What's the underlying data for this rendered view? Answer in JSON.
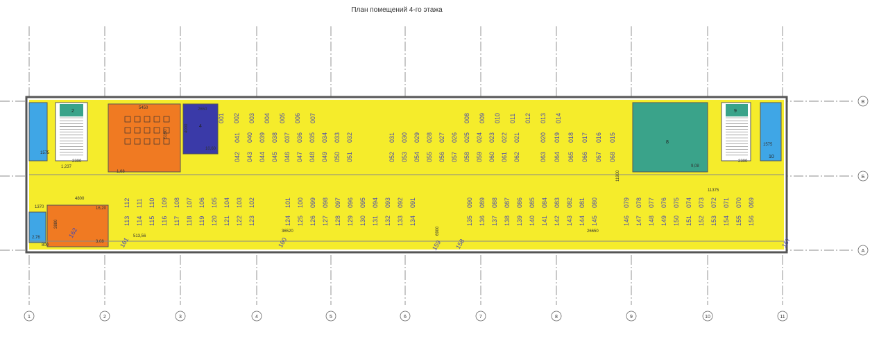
{
  "title": "План помещений 4-го этажа",
  "axes_numbers": [
    "1",
    "2",
    "3",
    "4",
    "5",
    "6",
    "7",
    "8",
    "9",
    "10",
    "11"
  ],
  "axes_letters": [
    "В",
    "Б",
    "А"
  ],
  "colors": {
    "corridor": "#f5ec2b",
    "stair": "#3aa38a",
    "meeting": "#f07a22",
    "server": "#3a3aa8",
    "wc": "#3fa6e6",
    "wall": "#555555",
    "desk_text": "#4a4ab0"
  },
  "rooms": {
    "stair_left": "2",
    "room_server": "4",
    "stair_right": "9",
    "room_green": "8",
    "wc_right": "10"
  },
  "dimensions": {
    "d5450": "5450",
    "d2650": "2650",
    "d5150": "5150",
    "d4000": "4000",
    "d10_60": "10,60",
    "d2300a": "2300",
    "d2300b": "2300",
    "d1575a": "1575",
    "d1575b": "1575",
    "d1237": "1,237",
    "d4800": "4800",
    "d1370": "1370",
    "d16_20": "16,20",
    "d3880": "3880",
    "d2_76": "2,76",
    "d800": "800",
    "d513": "513,56",
    "d36520": "36520",
    "d26650": "26650",
    "d11375": "11375",
    "d11900": "11900",
    "d6900": "6900",
    "d9_08": "9,08",
    "d3_08": "3,08",
    "d1_68": "1,68"
  },
  "desk_rows": {
    "top_offices": [
      "001",
      "002",
      "003",
      "004",
      "005",
      "006",
      "007",
      "008",
      "009",
      "010",
      "011",
      "012",
      "013",
      "014"
    ],
    "row_a1": [
      "041",
      "040",
      "039",
      "038",
      "037",
      "036",
      "035",
      "034",
      "033",
      "032"
    ],
    "row_a2": [
      "042",
      "043",
      "044",
      "045",
      "046",
      "047",
      "048",
      "049",
      "050",
      "051"
    ],
    "row_b1": [
      "031",
      "030",
      "029",
      "028",
      "027",
      "026",
      "025",
      "024",
      "023",
      "022",
      "021"
    ],
    "row_b2": [
      "052",
      "053",
      "054",
      "055",
      "056",
      "057",
      "058",
      "059",
      "060",
      "061",
      "062"
    ],
    "row_c1": [
      "020",
      "019",
      "018",
      "017",
      "016",
      "015"
    ],
    "row_c2": [
      "063",
      "064",
      "065",
      "066",
      "067",
      "068"
    ],
    "row_d1": [
      "112",
      "111",
      "110",
      "109",
      "108",
      "107",
      "106",
      "105",
      "104",
      "103",
      "102",
      "101",
      "100",
      "099",
      "098",
      "097",
      "096",
      "095",
      "094",
      "093",
      "092",
      "091"
    ],
    "row_d2": [
      "113",
      "114",
      "115",
      "116",
      "117",
      "118",
      "119",
      "120",
      "121",
      "122",
      "123",
      "124",
      "125",
      "126",
      "127",
      "128",
      "129",
      "130",
      "131",
      "132",
      "133",
      "134"
    ],
    "row_e1": [
      "090",
      "089",
      "088",
      "087",
      "086",
      "085",
      "084",
      "083",
      "082",
      "081",
      "080"
    ],
    "row_e2": [
      "135",
      "136",
      "137",
      "138",
      "139",
      "140",
      "141",
      "142",
      "143",
      "144",
      "145"
    ],
    "row_f1": [
      "079",
      "078",
      "077",
      "076",
      "075",
      "074",
      "073",
      "072",
      "071",
      "070",
      "069"
    ],
    "row_f2": [
      "146",
      "147",
      "148",
      "149",
      "150",
      "151",
      "152",
      "153",
      "154",
      "155",
      "156"
    ],
    "bottom_offices": [
      "162",
      "161",
      "160",
      "159",
      "158",
      "157"
    ]
  }
}
